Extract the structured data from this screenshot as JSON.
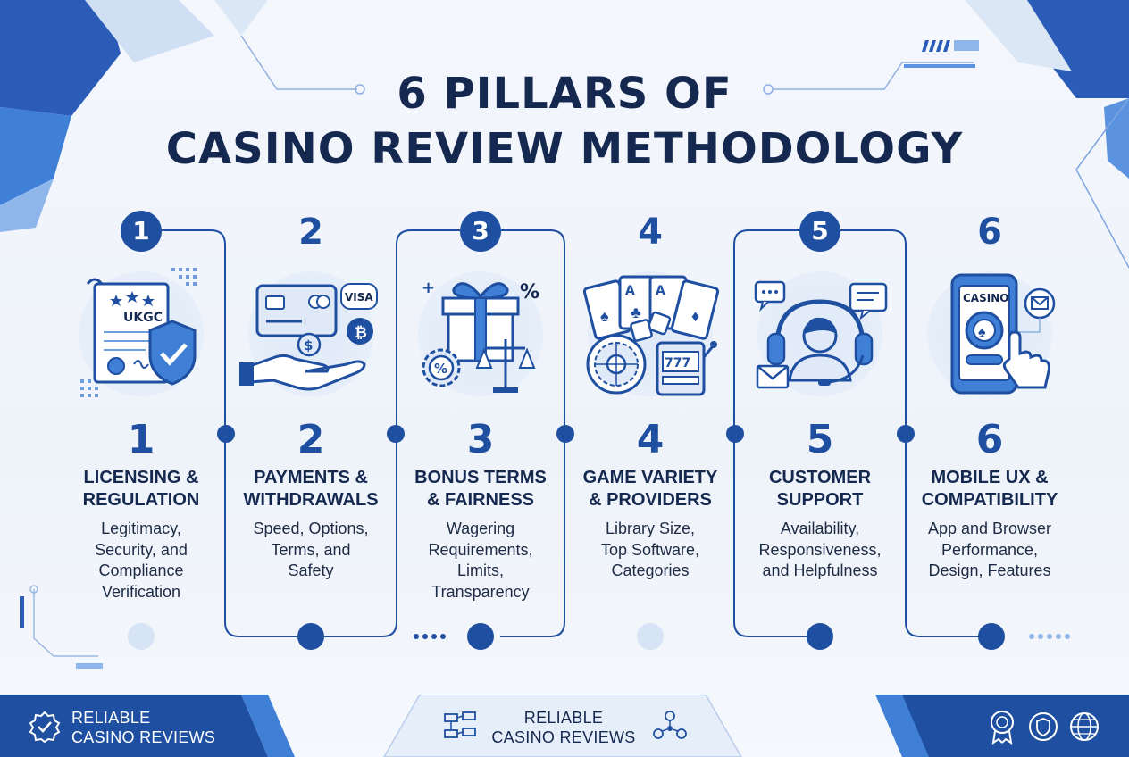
{
  "title": {
    "line1": "6 PILLARS OF",
    "line2": "CASINO REVIEW METHODOLOGY"
  },
  "pillars": [
    {
      "number": "1",
      "title_line1": "LICENSING &",
      "title_line2": "REGULATION",
      "desc": [
        "Legitimacy,",
        "Security, and",
        "Compliance",
        "Verification"
      ],
      "icon": "license-shield-icon",
      "icon_text": "UKGC"
    },
    {
      "number": "2",
      "title_line1": "PAYMENTS &",
      "title_line2": "WITHDRAWALS",
      "desc": [
        "Speed, Options,",
        "Terms, and",
        "Safety"
      ],
      "icon": "payment-card-hand-icon",
      "icon_text": "VISA"
    },
    {
      "number": "3",
      "title_line1": "BONUS TERMS",
      "title_line2": "& FAIRNESS",
      "desc": [
        "Wagering",
        "Requirements,",
        "Limits,",
        "Transparency"
      ],
      "icon": "gift-scale-icon",
      "icon_text": "%"
    },
    {
      "number": "4",
      "title_line1": "GAME VARIETY",
      "title_line2": "& PROVIDERS",
      "desc": [
        "Library Size,",
        "Top Software,",
        "Categories"
      ],
      "icon": "cards-roulette-slot-icon",
      "icon_text": "777"
    },
    {
      "number": "5",
      "title_line1": "CUSTOMER",
      "title_line2": "SUPPORT",
      "desc": [
        "Availability,",
        "Responsiveness,",
        "and Helpfulness"
      ],
      "icon": "headset-agent-icon",
      "icon_text": ""
    },
    {
      "number": "6",
      "title_line1": "MOBILE UX &",
      "title_line2": "COMPATIBILITY",
      "desc": [
        "App and Browser",
        "Performance,",
        "Design, Features"
      ],
      "icon": "mobile-casino-icon",
      "icon_text": "CASINO"
    }
  ],
  "footer": {
    "left_line1": "RELIABLE",
    "left_line2": "CASINO REVIEWS",
    "center_line1": "RELIABLE",
    "center_line2": "CASINO REVIEWS"
  },
  "colors": {
    "primary": "#1f4fa0",
    "dark": "#15284f",
    "light": "#dfe9f7",
    "accent": "#3f7fd6"
  }
}
